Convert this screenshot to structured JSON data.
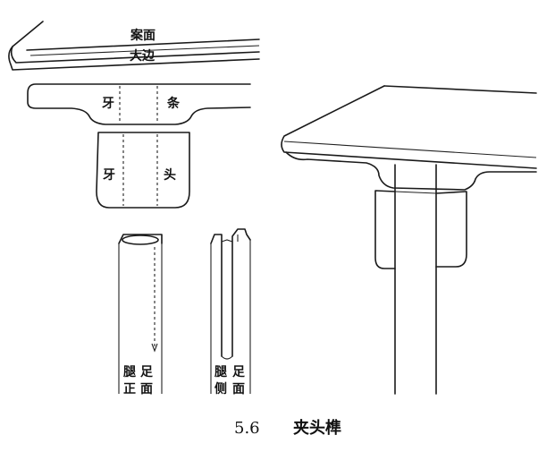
{
  "labels": {
    "table_top": "案面",
    "big_edge": "大边",
    "apron_left": "牙",
    "apron_right": "条",
    "spandrel_left": "牙",
    "spandrel_right": "头",
    "leg_front_1": "腿",
    "leg_front_2": "足",
    "leg_front_3": "正",
    "leg_front_4": "面",
    "leg_side_1": "腿",
    "leg_side_2": "足",
    "leg_side_3": "侧",
    "leg_side_4": "面"
  },
  "caption": {
    "number": "5.6",
    "title": "夹头榫"
  }
}
